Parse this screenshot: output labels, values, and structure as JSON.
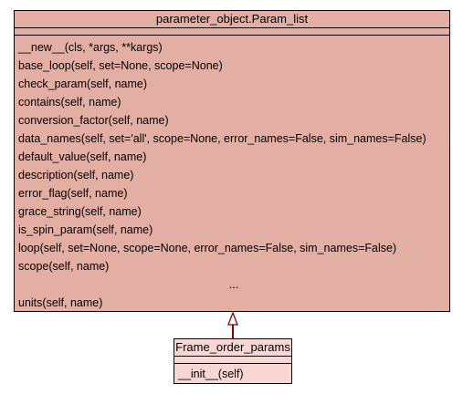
{
  "diagram": {
    "parent": {
      "name": "parameter_object.Param_list",
      "methods": [
        "__new__(cls, *args, **kargs)",
        "base_loop(self, set=None, scope=None)",
        "check_param(self, name)",
        "contains(self, name)",
        "conversion_factor(self, name)",
        "data_names(self, set='all', scope=None, error_names=False, sim_names=False)",
        "default_value(self, name)",
        "description(self, name)",
        "error_flag(self, name)",
        "grace_string(self, name)",
        "is_spin_param(self, name)",
        "loop(self, set=None, scope=None, error_names=False, sim_names=False)",
        "scope(self, name)",
        "...",
        "units(self, name)"
      ]
    },
    "child": {
      "name": "Frame_order_params",
      "methods": [
        "__init__(self)"
      ]
    },
    "colors": {
      "parent_fill": "#e3aea3",
      "child_fill": "#f9d5d4",
      "edge": "#8b0000"
    }
  }
}
